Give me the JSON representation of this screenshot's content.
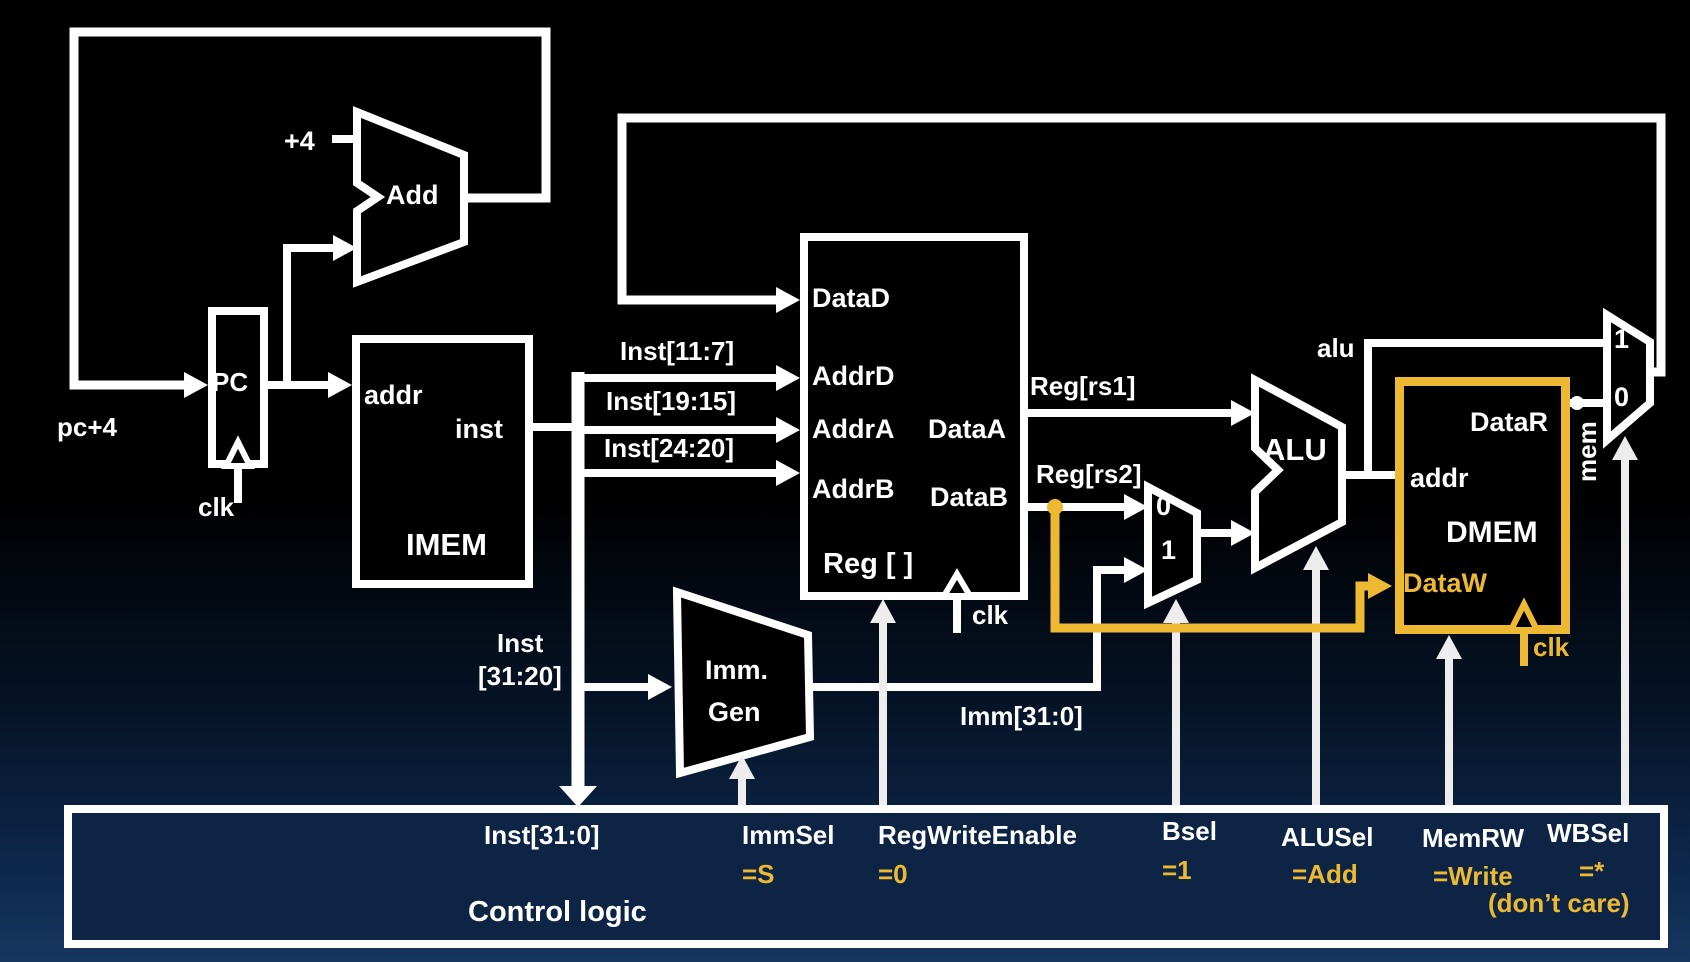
{
  "colors": {
    "wire": "#ffffff",
    "accent": "#edb933",
    "control_fill": "#0d2444",
    "background": "#000000"
  },
  "labels": {
    "pc_plus4": "pc+4",
    "plus4": "+4",
    "adder": "Add",
    "pc": "PC",
    "pc_clk": "clk",
    "imem_addr": "addr",
    "imem_inst": "inst",
    "imem": "IMEM",
    "inst_11_7": "Inst[11:7]",
    "inst_19_15": "Inst[19:15]",
    "inst_24_20": "Inst[24:20]",
    "inst_word": "Inst",
    "inst_31_20": "[31:20]",
    "datad": "DataD",
    "addrd": "AddrD",
    "addra": "AddrA",
    "addrb": "AddrB",
    "dataa": "DataA",
    "datab": "DataB",
    "regfile": "Reg [ ]",
    "reg_clk": "clk",
    "imm_line1": "Imm.",
    "imm_line2": "Gen",
    "imm_out": "Imm[31:0]",
    "reg_rs1": "Reg[rs1]",
    "reg_rs2": "Reg[rs2]",
    "bsel_in0": "0",
    "bsel_in1": "1",
    "alu": "ALU",
    "alu_wire": "alu",
    "datar": "DataR",
    "dmem_addr": "addr",
    "dmem": "DMEM",
    "dataw": "DataW",
    "mem_wire": "mem",
    "dmem_clk": "clk",
    "wb_in1": "1",
    "wb_in0": "0"
  },
  "control": {
    "inst_31_0": "Inst[31:0]",
    "title": "Control logic",
    "signals": [
      {
        "label": "ImmSel",
        "value": "=S"
      },
      {
        "label": "RegWriteEnable",
        "value": "=0"
      },
      {
        "label": "Bsel",
        "value": "=1"
      },
      {
        "label": "ALUSel",
        "value": "=Add"
      },
      {
        "label": "MemRW",
        "value": "=Write"
      },
      {
        "label": "WBSel",
        "value": "=*",
        "note": "(don’t care)"
      }
    ]
  }
}
